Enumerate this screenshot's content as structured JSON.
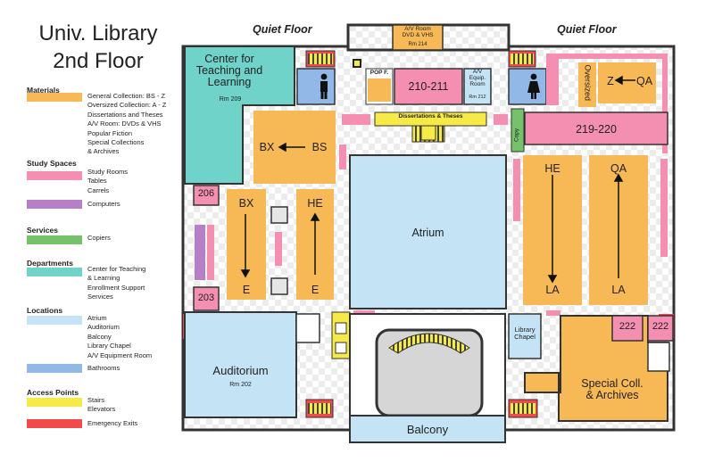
{
  "title": {
    "line1": "Univ. Library",
    "line2": "2nd Floor"
  },
  "legend": {
    "materials": {
      "heading": "Materials",
      "text": "General Collection: BS - Z\nOversized Collection: A - Z\nDissertations and Theses\nA/V Room: DVDs & VHS\nPopular Fiction\nSpecial Collections\n& Archives",
      "color": "#f7b955"
    },
    "study_spaces": {
      "heading": "Study Spaces",
      "items": [
        {
          "text": "Study Rooms\nTables\nCarrels",
          "color": "#f48fb1"
        },
        {
          "text": "Computers",
          "color": "#b67fc6"
        }
      ]
    },
    "services": {
      "heading": "Services",
      "text": "Copiers",
      "color": "#76c26b"
    },
    "departments": {
      "heading": "Departments",
      "text": "Center for Teaching\n& Learning\nEnrollment Support\nServices",
      "color": "#6fd3c9"
    },
    "locations": {
      "heading": "Locations",
      "text": "Atrium\nAuditorium\nBalcony\nLibrary Chapel\nA/V Equipment Room",
      "color": "#c4e4f6"
    },
    "bathrooms": {
      "text": "Bathrooms",
      "color": "#92b8e8"
    },
    "access": {
      "heading": "Access Points",
      "items": [
        {
          "text": "Stairs\nElevators",
          "color": "#f5ea47"
        },
        {
          "text": "Emergency Exits",
          "color": "#f04a4a"
        }
      ]
    }
  },
  "map": {
    "quiet_floor_left": "Quiet Floor",
    "quiet_floor_right": "Quiet Floor",
    "ctl": {
      "name": "Center for\nTeaching and\nLearning",
      "room": "Rm 209"
    },
    "av_room": {
      "name": "A/V Room\nDVD & VHS",
      "room": "Rm 214"
    },
    "pop_f": "POP F.",
    "room_210_211": "210-211",
    "av_equip": {
      "name": "A/V\nEquip.\nRoom",
      "room": "Rm 212"
    },
    "oversized": "Oversized",
    "z_qa": {
      "from": "Z",
      "to": "QA"
    },
    "dissertations": "Dissertations & Theses",
    "copy": "Copy",
    "room_219_220": "219-220",
    "bx_bs": {
      "from": "BX",
      "to": "BS"
    },
    "room_206": "206",
    "room_203": "203",
    "stack_bx_e": {
      "top": "BX",
      "bottom": "E"
    },
    "stack_he_e": {
      "top": "HE",
      "bottom": "E"
    },
    "atrium": "Atrium",
    "stack_he_la": {
      "top": "HE",
      "bottom": "LA"
    },
    "stack_qa_la": {
      "top": "QA",
      "bottom": "LA"
    },
    "auditorium": {
      "name": "Auditorium",
      "room": "Rm 202"
    },
    "library_chapel": "Library\nChapel",
    "room_222a": "222",
    "room_222b": "222",
    "special": "Special Coll.\n& Archives",
    "balcony": "Balcony"
  }
}
